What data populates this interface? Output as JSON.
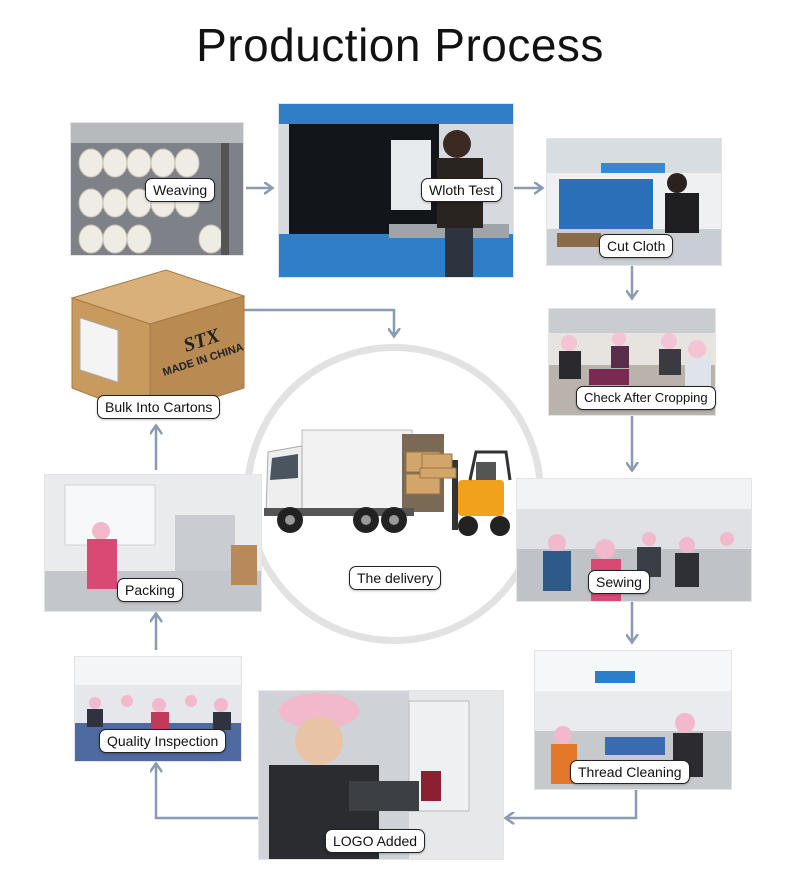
{
  "title": "Production Process",
  "steps": {
    "weaving": "Weaving",
    "cloth_test": "Wloth Test",
    "cut_cloth": "Cut Cloth",
    "check_after_cropping": "Check After Cropping",
    "sewing": "Sewing",
    "thread_cleaning": "Thread Cleaning",
    "logo_added": "LOGO Added",
    "quality_inspection": "Quality Inspection",
    "packing": "Packing",
    "bulk_into_cartons": "Bulk Into Cartons"
  },
  "center": {
    "label": "The delivery"
  },
  "carton": {
    "brand": "STX",
    "origin": "MADE IN CHINA"
  },
  "colors": {
    "arrow": "#8a9ab0",
    "ring": "#e2e2e2"
  }
}
